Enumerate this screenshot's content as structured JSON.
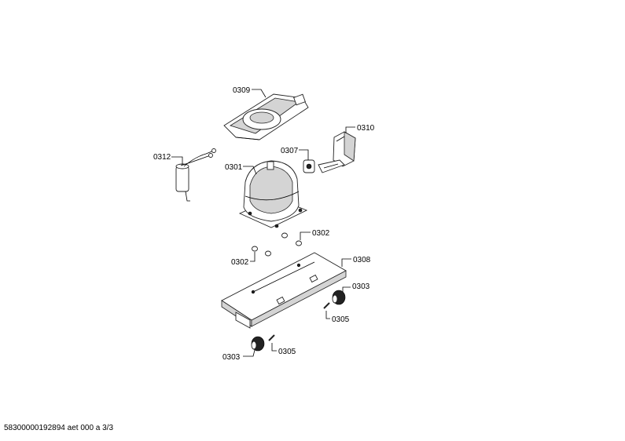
{
  "diagram": {
    "callouts": {
      "p0309": "0309",
      "p0310": "0310",
      "p0307": "0307",
      "p0312": "0312",
      "p0301": "0301",
      "p0302_right": "0302",
      "p0302_left": "0302",
      "p0308": "0308",
      "p0303_right": "0303",
      "p0305_right": "0305",
      "p0303_left": "0303",
      "p0305_left": "0305"
    }
  },
  "footer": {
    "text": "58300000192894 aet 000 a 3/3"
  }
}
